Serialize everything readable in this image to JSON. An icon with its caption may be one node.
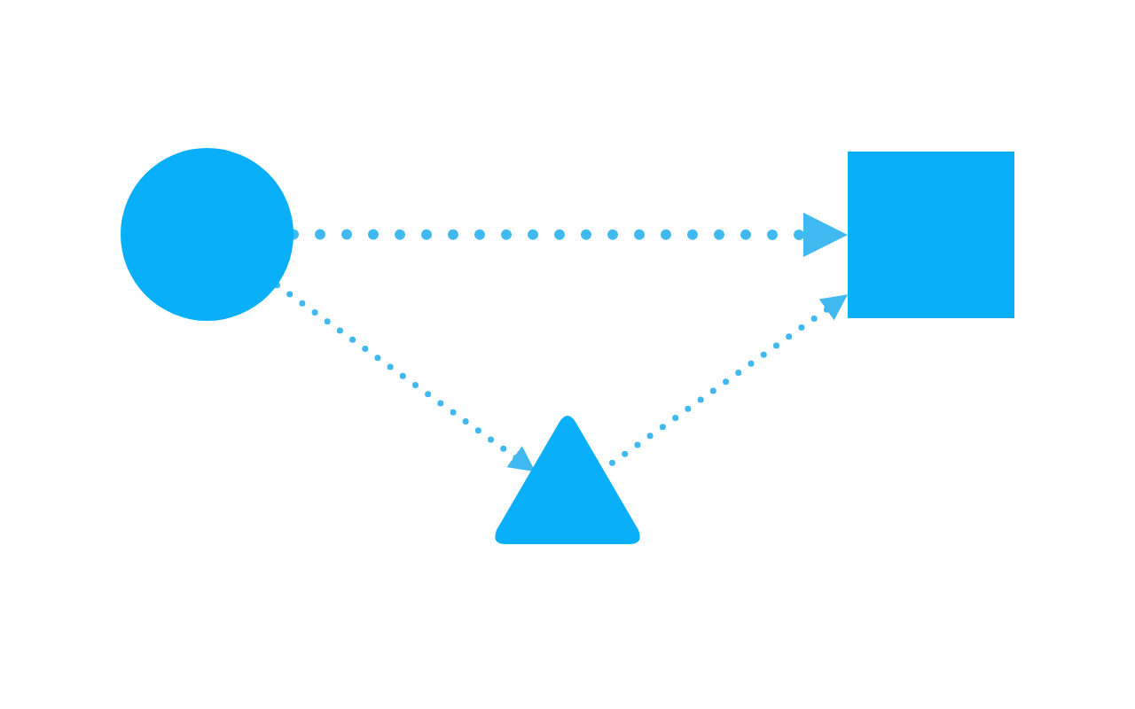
{
  "diagram": {
    "nodes": [
      {
        "text": [],
        "shape": "circle"
      },
      {
        "text": [],
        "shape": "box"
      },
      {
        "text": [],
        "shape": "triangle"
      }
    ],
    "edges": [
      {
        "from": 0,
        "to": 1,
        "arrow": "to"
      },
      {
        "from": 0,
        "to": 2,
        "arrow": "to"
      },
      {
        "from": 2,
        "to": 1,
        "arrow": "to"
      }
    ]
  }
}
